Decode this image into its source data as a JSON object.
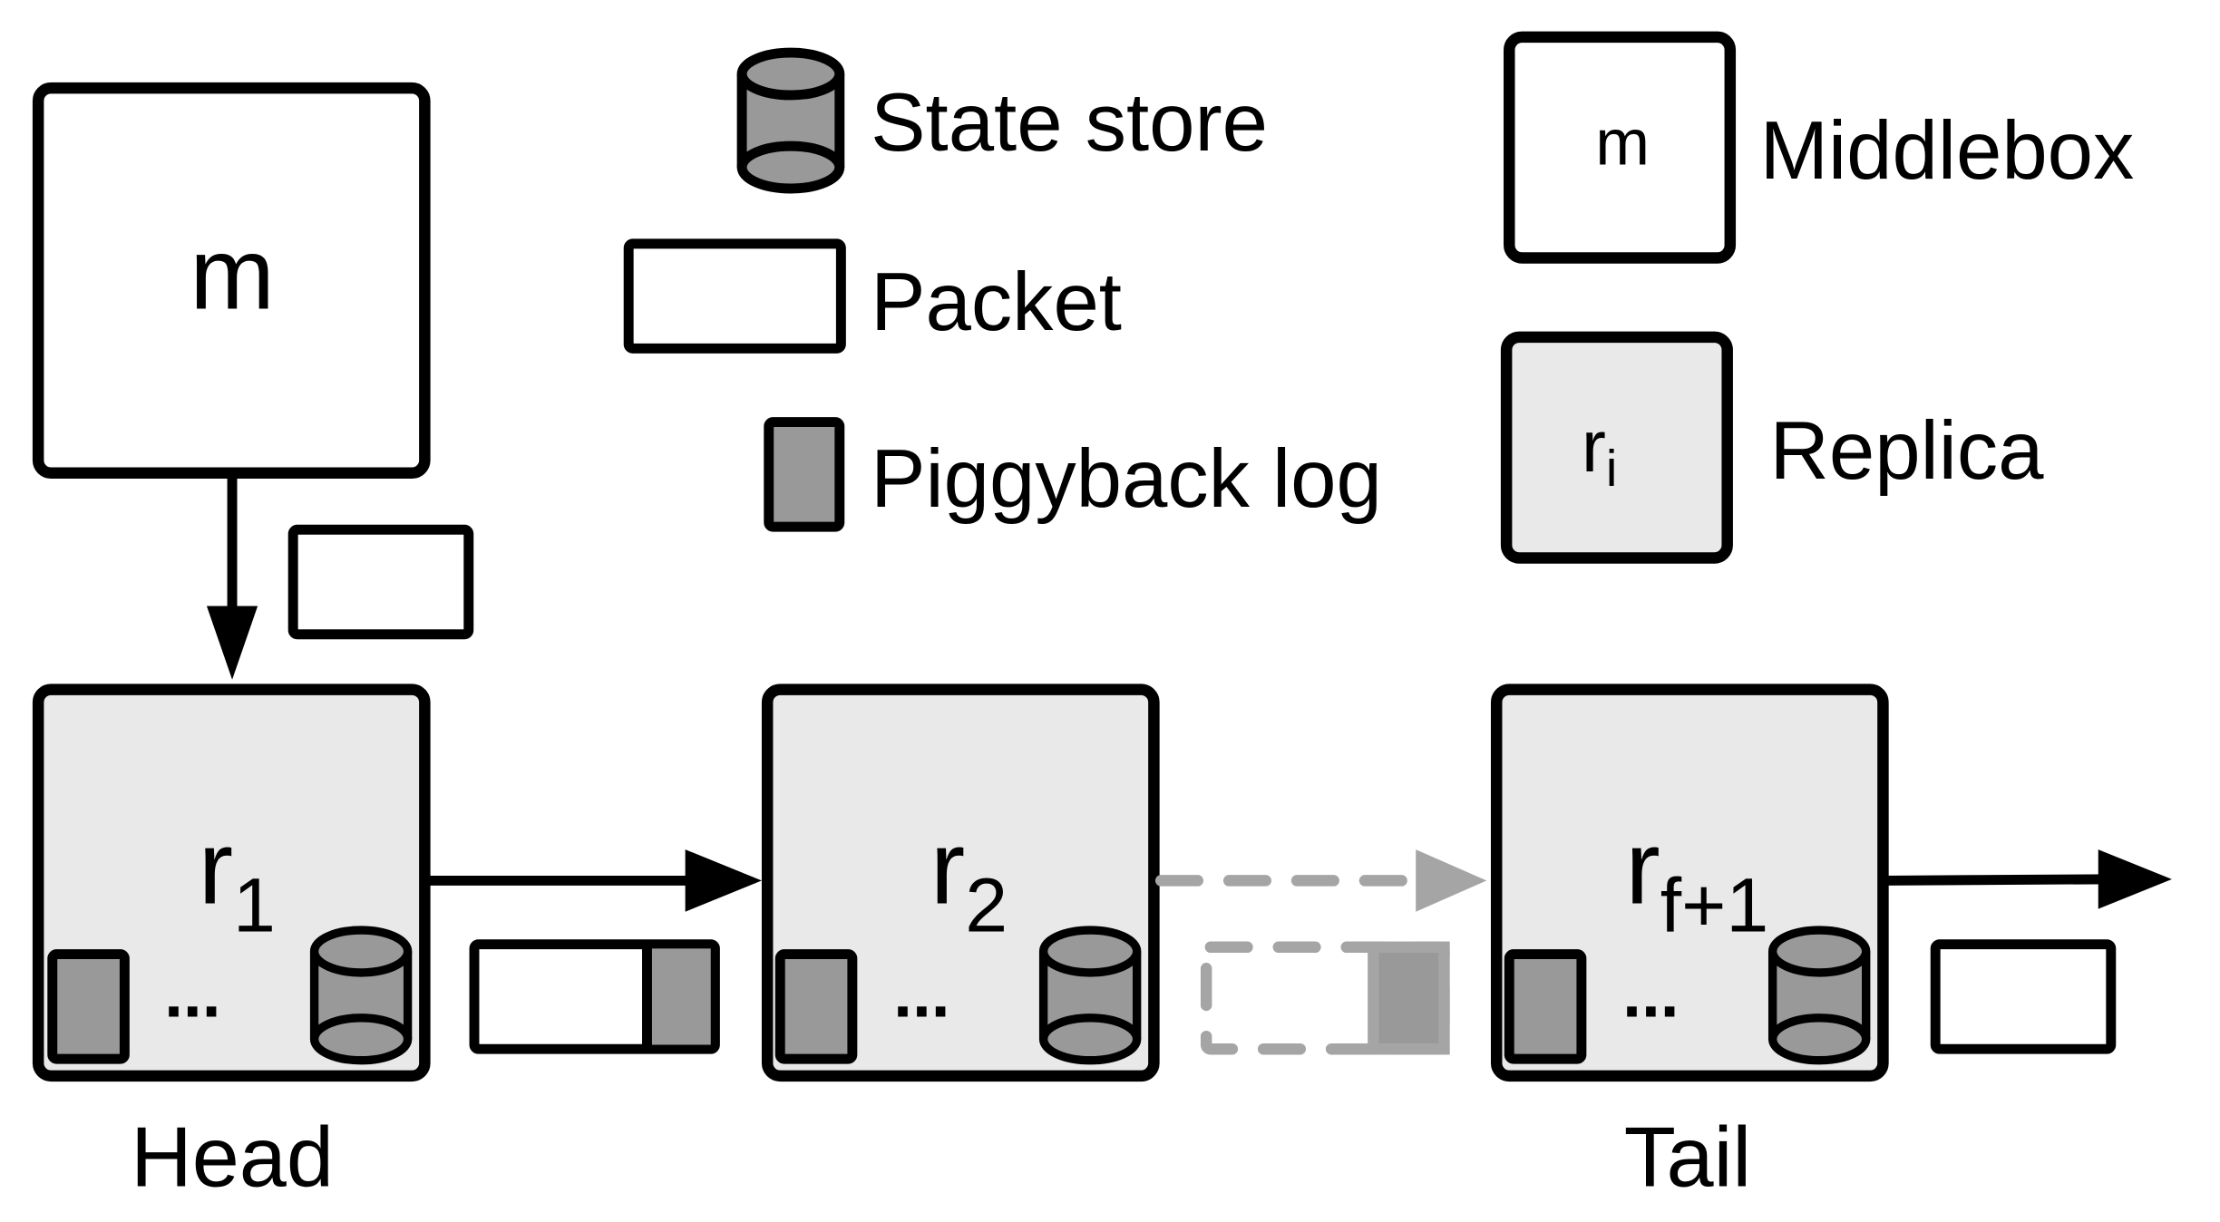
{
  "legend": {
    "state_store": "State store",
    "packet": "Packet",
    "piggyback_log": "Piggyback log",
    "middlebox": "Middlebox",
    "middlebox_symbol": "m",
    "replica": "Replica",
    "replica_symbol": "r",
    "replica_subscript": "i"
  },
  "middlebox": {
    "label": "m"
  },
  "replicas": [
    {
      "symbol": "r",
      "subscript": "1",
      "role": "Head",
      "ellipsis": "..."
    },
    {
      "symbol": "r",
      "subscript": "2",
      "role": "",
      "ellipsis": "..."
    },
    {
      "symbol": "r",
      "subscript": "f+1",
      "role": "Tail",
      "ellipsis": "..."
    }
  ],
  "colors": {
    "replica_fill": "#e9e9e9",
    "store_fill": "#999999",
    "log_fill": "#999999",
    "dashed": "#a5a5a5",
    "stroke": "#000000"
  }
}
